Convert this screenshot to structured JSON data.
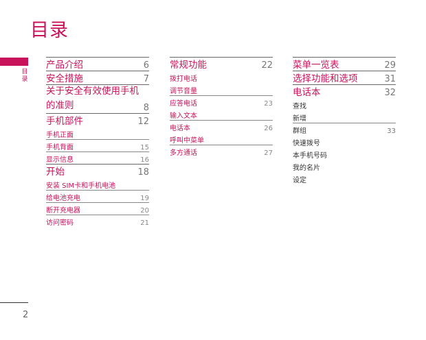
{
  "page": {
    "title": "目录",
    "side_label": "目录",
    "page_number": "2"
  },
  "toc": {
    "col1": [
      {
        "text": "产品介绍",
        "page": "6"
      },
      {
        "text": "安全措施",
        "page": "7"
      },
      {
        "text": "关于安全有效使用手机的准则",
        "page": "8"
      },
      {
        "text": "手机部件",
        "page": "12"
      },
      {
        "text": "手机正面",
        "page": ""
      },
      {
        "text": "手机背面",
        "page": "15"
      },
      {
        "text": "显示信息",
        "page": "16"
      },
      {
        "text": "开始",
        "page": "18"
      },
      {
        "text": "安装 SIM卡和手机电池",
        "page": ""
      },
      {
        "text": "给电池充电",
        "page": "19"
      },
      {
        "text": "断开充电器",
        "page": "20"
      },
      {
        "text": "访问密码",
        "page": "21"
      }
    ],
    "col2": [
      {
        "text": "常规功能",
        "page": "22"
      },
      {
        "text": "拨打电话",
        "page": ""
      },
      {
        "text": "调节音量",
        "page": ""
      },
      {
        "text": "应答电话",
        "page": "23"
      },
      {
        "text": "输入文本",
        "page": ""
      },
      {
        "text": "电话本",
        "page": "26"
      },
      {
        "text": "呼叫中菜单",
        "page": ""
      },
      {
        "text": "多方通话",
        "page": "27"
      }
    ],
    "col3": [
      {
        "text": "菜单一览表",
        "page": "29"
      },
      {
        "text": "选择功能和选项",
        "page": "31"
      },
      {
        "text": "电话本",
        "page": "32"
      },
      {
        "text": "查找",
        "page": ""
      },
      {
        "text": "新增",
        "page": ""
      },
      {
        "text": "群组",
        "page": "33"
      },
      {
        "text": "快速拨号",
        "page": ""
      },
      {
        "text": "本手机号码",
        "page": ""
      },
      {
        "text": "我的名片",
        "page": ""
      },
      {
        "text": "设定",
        "page": ""
      }
    ]
  },
  "colors": {
    "accent": "#c8135b",
    "rule": "#666666",
    "plain_text": "#333333"
  }
}
